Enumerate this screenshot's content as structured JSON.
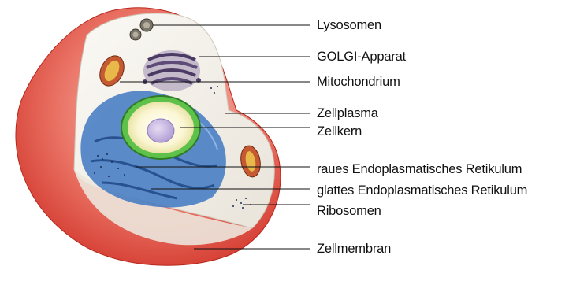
{
  "diagram": {
    "labels": {
      "lysosomen": "Lysosomen",
      "golgi": "GOLGI-Apparat",
      "mitochondrium": "Mitochondrium",
      "zellplasma": "Zellplasma",
      "zellkern": "Zellkern",
      "raues_er": "raues Endoplasmatisches Retikulum",
      "glattes_er": "glattes Endoplasmatisches Retikulum",
      "ribosomen": "Ribosomen",
      "zellmembran": "Zellmembran"
    },
    "colors": {
      "membrane_red": "#e04a3c",
      "cytoplasm": "#f4f1ea",
      "golgi_purple": "#6f5b86",
      "er_blue": "#3f78c2",
      "nucleus_green": "#5ec24a",
      "nucleolus": "#c7b6e2",
      "mitochondrion": "#c0502e"
    }
  }
}
